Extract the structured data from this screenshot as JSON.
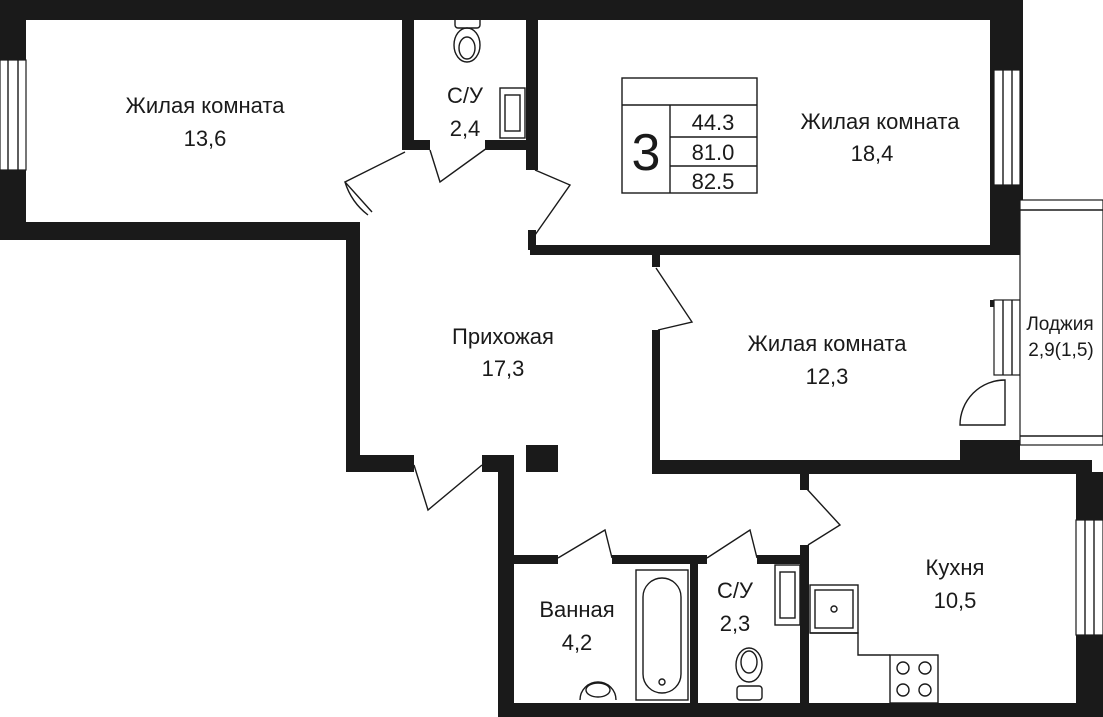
{
  "rooms": {
    "living1": {
      "name": "Жилая комната",
      "area": "13,6"
    },
    "wc1": {
      "name": "С/У",
      "area": "2,4"
    },
    "living2": {
      "name": "Жилая комната",
      "area": "18,4"
    },
    "hall": {
      "name": "Прихожая",
      "area": "17,3"
    },
    "living3": {
      "name": "Жилая комната",
      "area": "12,3"
    },
    "loggia": {
      "name": "Лоджия",
      "area": "2,9(1,5)"
    },
    "bath": {
      "name": "Ванная",
      "area": "4,2"
    },
    "wc2": {
      "name": "С/У",
      "area": "2,3"
    },
    "kitchen": {
      "name": "Кухня",
      "area": "10,5"
    }
  },
  "badge": {
    "rooms_count": "3",
    "area_living": "44.3",
    "area_total": "81.0",
    "area_with_loggia": "82.5"
  },
  "colors": {
    "walls": "#1a1a1a",
    "background": "#ffffff"
  }
}
